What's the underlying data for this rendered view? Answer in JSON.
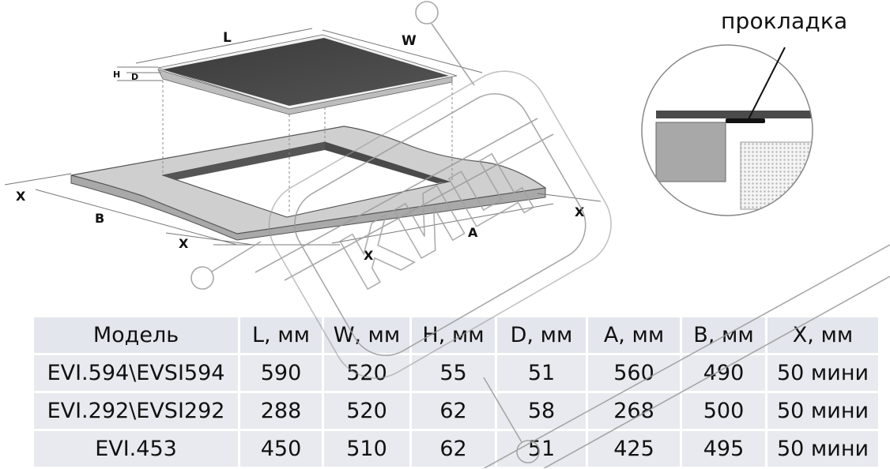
{
  "diagram": {
    "labels": {
      "L": "L",
      "W": "W",
      "H": "H",
      "D": "D",
      "A": "A",
      "B": "B",
      "X": "X"
    },
    "detail_callout": {
      "gasket_label": "прокладка"
    },
    "watermark_text": "КИЦ"
  },
  "table": {
    "headers": [
      "Модель",
      "L, мм",
      "W, мм",
      "H, мм",
      "D, мм",
      "A, мм",
      "B, мм",
      "X, мм"
    ],
    "rows": [
      [
        "EVI.594\\EVSI594",
        "590",
        "520",
        "55",
        "51",
        "560",
        "490",
        "50 мини"
      ],
      [
        "EVI.292\\EVSI292",
        "288",
        "520",
        "62",
        "58",
        "268",
        "500",
        "50 мини"
      ],
      [
        "EVI.453",
        "450",
        "510",
        "62",
        "51",
        "425",
        "495",
        "50 мини"
      ]
    ]
  }
}
